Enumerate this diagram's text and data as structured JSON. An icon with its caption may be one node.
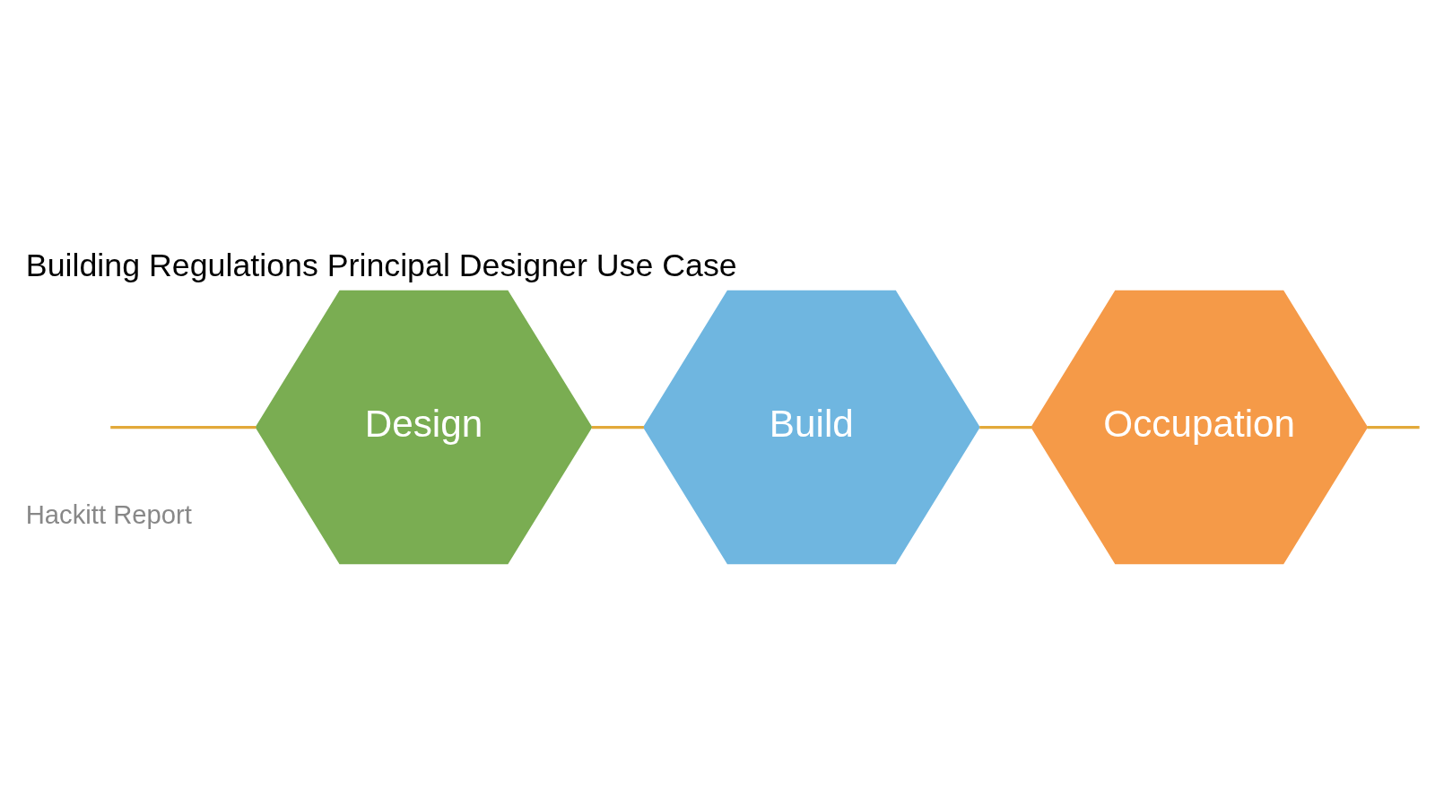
{
  "diagram": {
    "title": "Building Regulations Principal Designer Use Case",
    "nodes": [
      {
        "text": [
          "Design"
        ]
      },
      {
        "text": [
          "Build"
        ]
      },
      {
        "text": [
          "Occupation"
        ]
      }
    ],
    "edges": [
      {
        "from": null,
        "to": 0,
        "arrow": "none"
      },
      {
        "from": 0,
        "to": 1,
        "arrow": "none"
      },
      {
        "from": 1,
        "to": 2,
        "arrow": "none"
      },
      {
        "from": 2,
        "to": null,
        "arrow": "none"
      }
    ],
    "labels": [
      "Hackitt Report"
    ]
  }
}
